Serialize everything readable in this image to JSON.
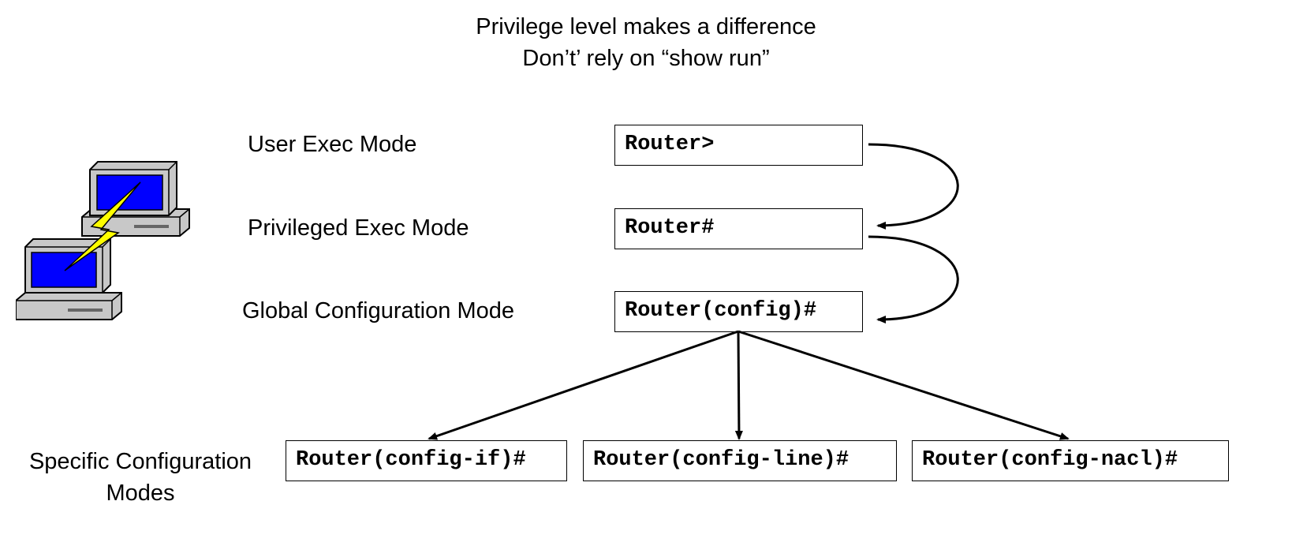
{
  "title": {
    "line1": "Privilege level makes a difference",
    "line2": "Don’t’ rely on “show run”"
  },
  "modes": {
    "user_exec": {
      "label": "User Exec Mode",
      "prompt": "Router>"
    },
    "privileged_exec": {
      "label": "Privileged Exec Mode",
      "prompt": "Router#"
    },
    "global_config": {
      "label": "Global Configuration Mode",
      "prompt": "Router(config)#"
    },
    "specific_config": {
      "label": "Specific Configuration Modes",
      "prompts": [
        "Router(config-if)#",
        "Router(config-line)#",
        "Router(config-nacl)#"
      ]
    }
  },
  "icons": {
    "connection": "two-computers-lightning-icon"
  },
  "colors": {
    "screen": "#0000ff",
    "lightning": "#ffff00",
    "computer_body": "#c8c8c8"
  }
}
